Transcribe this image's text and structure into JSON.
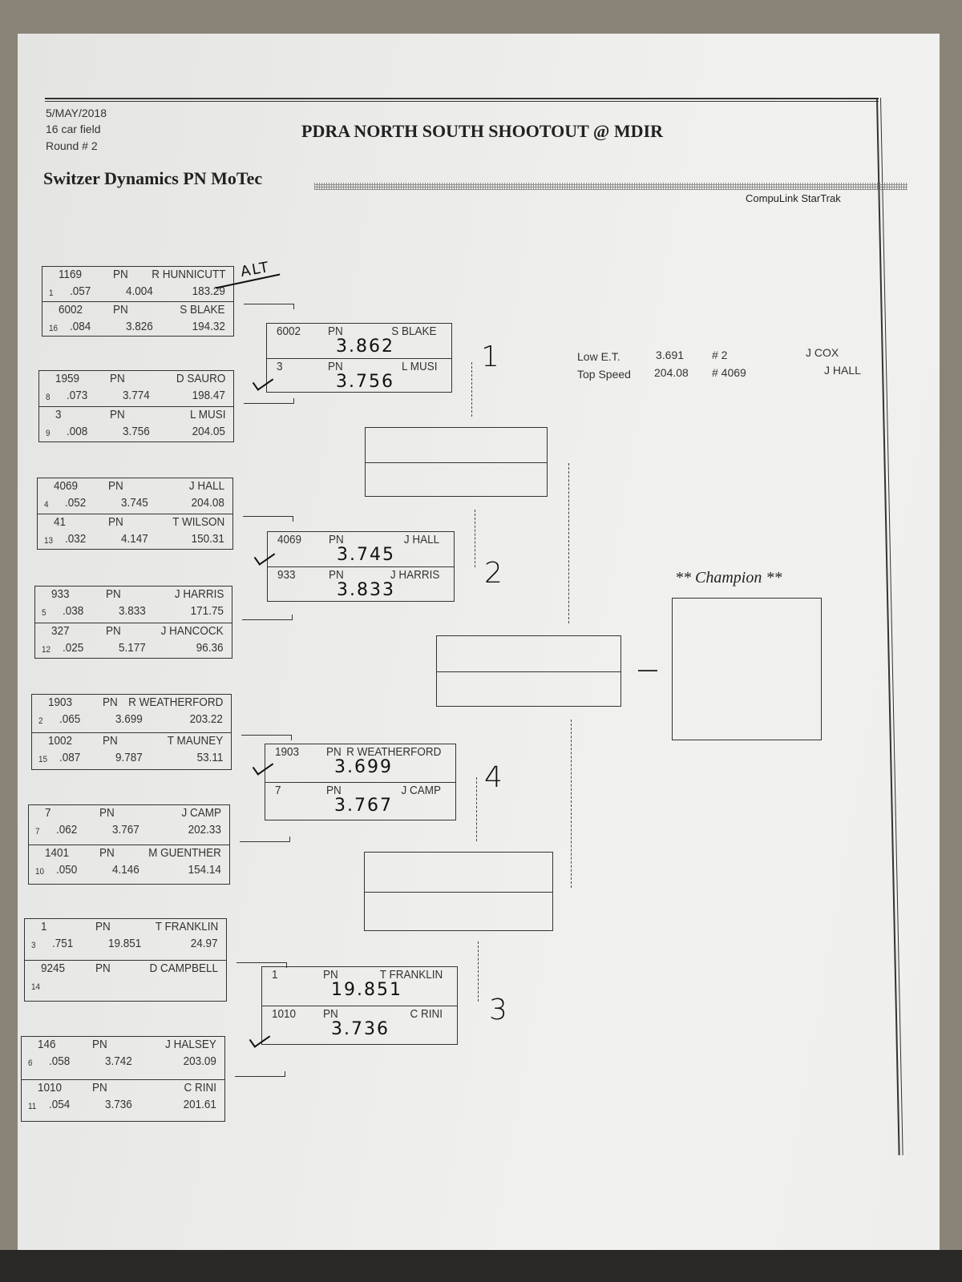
{
  "header": {
    "date": "5/MAY/2018",
    "field": "16 car field",
    "round": "Round # 2",
    "title": "PDRA NORTH SOUTH SHOOTOUT @ MDIR",
    "class_title": "Switzer Dynamics PN MoTec",
    "software": "CompuLink StarTrak"
  },
  "records": {
    "low_et": {
      "label": "Low  E.T.",
      "value": "3.691",
      "car": "# 2",
      "driver": "J COX"
    },
    "top_speed": {
      "label": "Top Speed",
      "value": "204.08",
      "car": "# 4069",
      "driver": "J HALL"
    }
  },
  "round1": [
    {
      "top": {
        "car": "1169",
        "cls": "PN",
        "driver": "R HUNNICUTT",
        "lane": "1",
        "rt": ".057",
        "et": "4.004",
        "mph": "183.29"
      },
      "bottom": {
        "car": "6002",
        "cls": "PN",
        "driver": "S BLAKE",
        "lane": "16",
        "rt": ".084",
        "et": "3.826",
        "mph": "194.32"
      }
    },
    {
      "top": {
        "car": "1959",
        "cls": "PN",
        "driver": "D SAURO",
        "lane": "8",
        "rt": ".073",
        "et": "3.774",
        "mph": "198.47"
      },
      "bottom": {
        "car": "3",
        "cls": "PN",
        "driver": "L MUSI",
        "lane": "9",
        "rt": ".008",
        "et": "3.756",
        "mph": "204.05"
      }
    },
    {
      "top": {
        "car": "4069",
        "cls": "PN",
        "driver": "J HALL",
        "lane": "4",
        "rt": ".052",
        "et": "3.745",
        "mph": "204.08"
      },
      "bottom": {
        "car": "41",
        "cls": "PN",
        "driver": "T WILSON",
        "lane": "13",
        "rt": ".032",
        "et": "4.147",
        "mph": "150.31"
      }
    },
    {
      "top": {
        "car": "933",
        "cls": "PN",
        "driver": "J HARRIS",
        "lane": "5",
        "rt": ".038",
        "et": "3.833",
        "mph": "171.75"
      },
      "bottom": {
        "car": "327",
        "cls": "PN",
        "driver": "J HANCOCK",
        "lane": "12",
        "rt": ".025",
        "et": "5.177",
        "mph": "96.36"
      }
    },
    {
      "top": {
        "car": "1903",
        "cls": "PN",
        "driver": "R WEATHERFORD",
        "lane": "2",
        "rt": ".065",
        "et": "3.699",
        "mph": "203.22"
      },
      "bottom": {
        "car": "1002",
        "cls": "PN",
        "driver": "T MAUNEY",
        "lane": "15",
        "rt": ".087",
        "et": "9.787",
        "mph": "53.11"
      }
    },
    {
      "top": {
        "car": "7",
        "cls": "PN",
        "driver": "J CAMP",
        "lane": "7",
        "rt": ".062",
        "et": "3.767",
        "mph": "202.33"
      },
      "bottom": {
        "car": "1401",
        "cls": "PN",
        "driver": "M GUENTHER",
        "lane": "10",
        "rt": ".050",
        "et": "4.146",
        "mph": "154.14"
      }
    },
    {
      "top": {
        "car": "1",
        "cls": "PN",
        "driver": "T FRANKLIN",
        "lane": "3",
        "rt": ".751",
        "et": "19.851",
        "mph": "24.97"
      },
      "bottom": {
        "car": "9245",
        "cls": "PN",
        "driver": "D CAMPBELL",
        "lane": "14",
        "rt": "",
        "et": "",
        "mph": ""
      }
    },
    {
      "top": {
        "car": "146",
        "cls": "PN",
        "driver": "J HALSEY",
        "lane": "6",
        "rt": ".058",
        "et": "3.742",
        "mph": "203.09"
      },
      "bottom": {
        "car": "1010",
        "cls": "PN",
        "driver": "C RINI",
        "lane": "11",
        "rt": ".054",
        "et": "3.736",
        "mph": "201.61"
      }
    }
  ],
  "round2": [
    {
      "pair": "1",
      "top": {
        "car": "6002",
        "cls": "PN",
        "driver": "S BLAKE",
        "et_hand": "3.862"
      },
      "bottom": {
        "car": "3",
        "cls": "PN",
        "driver": "L MUSI",
        "et_hand": "3.756"
      }
    },
    {
      "pair": "2",
      "top": {
        "car": "4069",
        "cls": "PN",
        "driver": "J HALL",
        "et_hand": "3.745"
      },
      "bottom": {
        "car": "933",
        "cls": "PN",
        "driver": "J HARRIS",
        "et_hand": "3.833"
      }
    },
    {
      "pair": "4",
      "top": {
        "car": "1903",
        "cls": "PN",
        "driver": "R WEATHERFORD",
        "et_hand": "3.699"
      },
      "bottom": {
        "car": "7",
        "cls": "PN",
        "driver": "J CAMP",
        "et_hand": "3.767"
      }
    },
    {
      "pair": "3",
      "top": {
        "car": "1",
        "cls": "PN",
        "driver": "T FRANKLIN",
        "et_hand": "19.851"
      },
      "bottom": {
        "car": "1010",
        "cls": "PN",
        "driver": "C RINI",
        "et_hand": "3.736"
      }
    }
  ],
  "annotations": {
    "alt": "ALT"
  },
  "champion_label": "** Champion **"
}
